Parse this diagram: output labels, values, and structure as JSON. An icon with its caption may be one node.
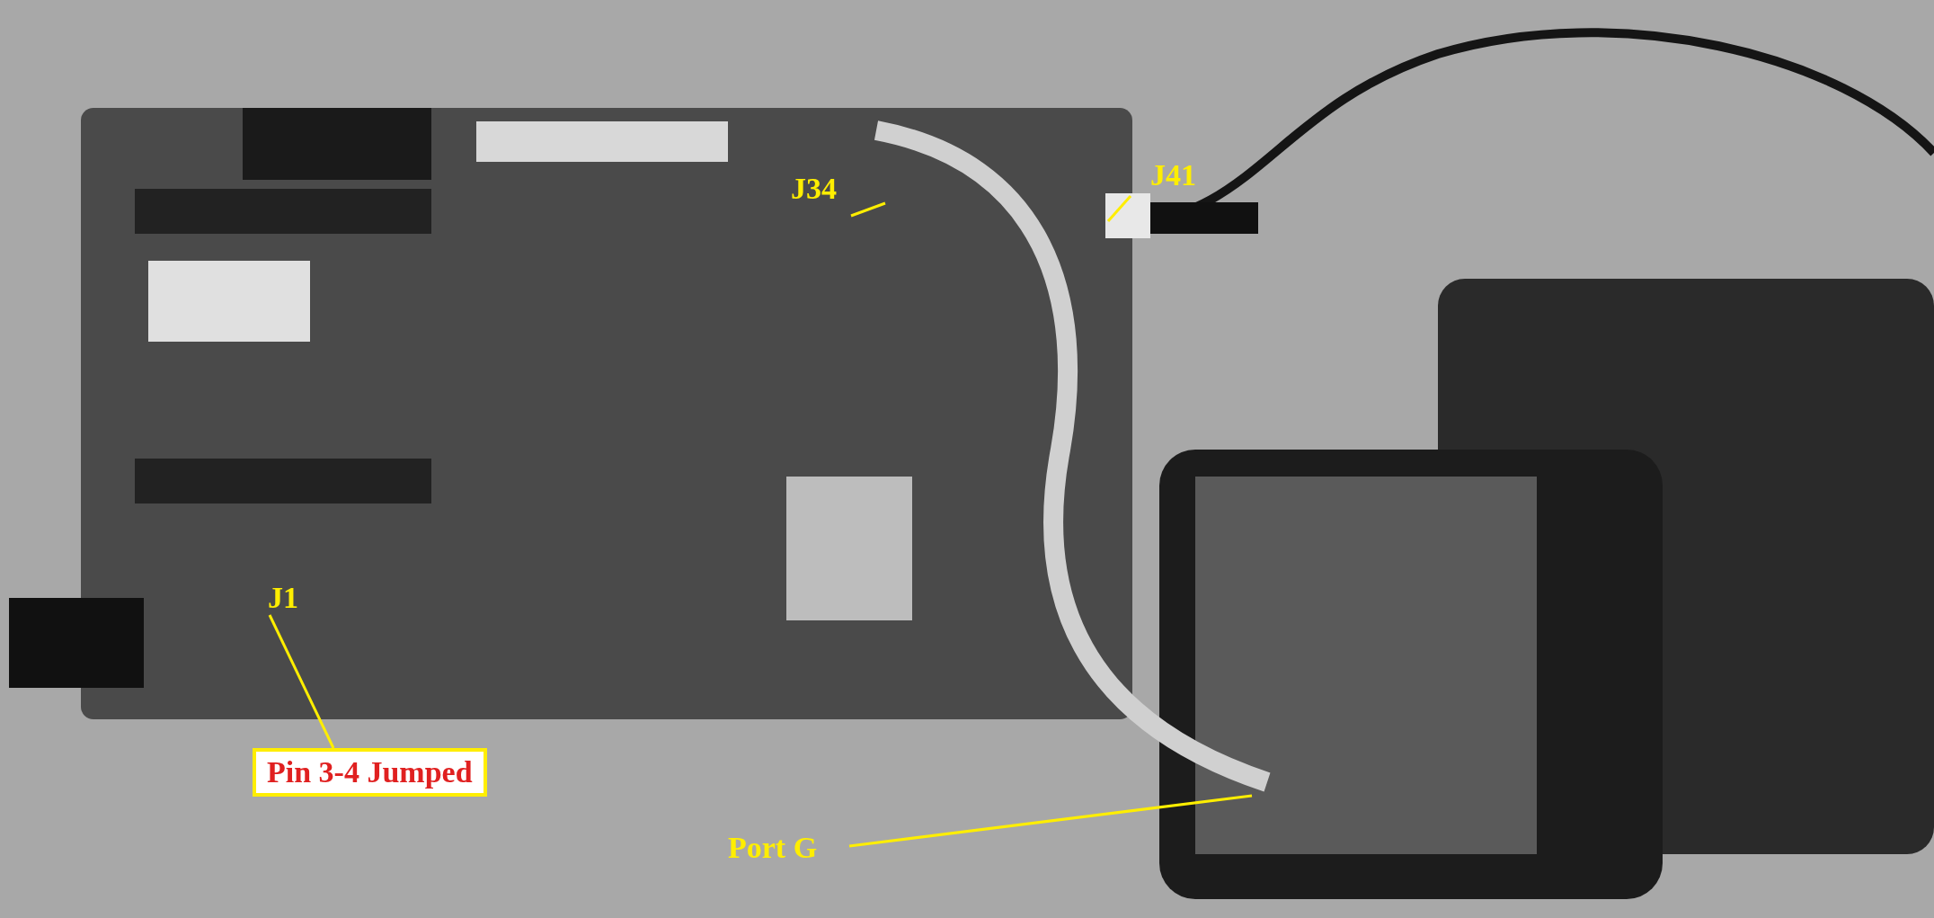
{
  "diagram": {
    "nodes": [
      {
        "text": [
          "J34"
        ]
      },
      {
        "text": [
          "J41"
        ]
      },
      {
        "text": [
          "J1"
        ]
      },
      {
        "text": [
          "Pin 3-4 Jumped"
        ]
      },
      {
        "text": [
          "Port G"
        ]
      }
    ],
    "edges": [
      {
        "from": 0,
        "to": null,
        "arrow": "none"
      },
      {
        "from": 1,
        "to": null,
        "arrow": "none"
      },
      {
        "from": 3,
        "to": 2,
        "arrow": "none"
      },
      {
        "from": 4,
        "to": null,
        "arrow": "none"
      }
    ]
  }
}
